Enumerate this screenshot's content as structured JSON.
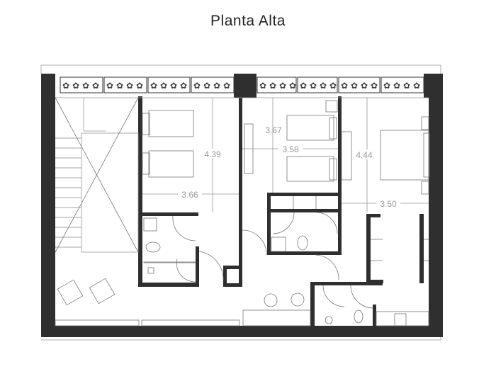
{
  "title": "Planta Alta",
  "dimensions": {
    "bedroom1_depth": "4.39",
    "bedroom1_width": "3.66",
    "bedroom2_depth": "3.67",
    "bedroom2_width": "3.58",
    "bedroom3_depth": "4.44",
    "bedroom3_width": "3.50"
  },
  "colors": {
    "wall": "#2f2f2f",
    "line": "#999999"
  }
}
